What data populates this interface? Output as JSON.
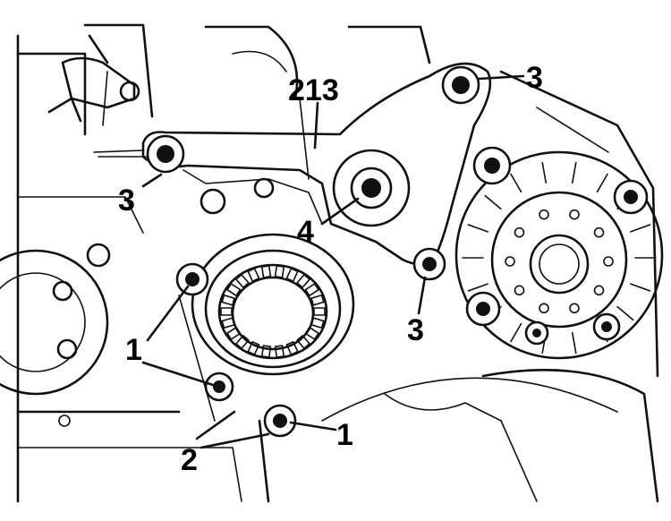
{
  "labels": {
    "part_213": "213",
    "part_3_top": "3",
    "part_3_left": "3",
    "part_3_bottom": "3",
    "part_4": "4",
    "part_1_left": "1",
    "part_1_right": "1",
    "part_2": "2"
  },
  "colors": {
    "line": "#111111",
    "background": "#ffffff"
  }
}
